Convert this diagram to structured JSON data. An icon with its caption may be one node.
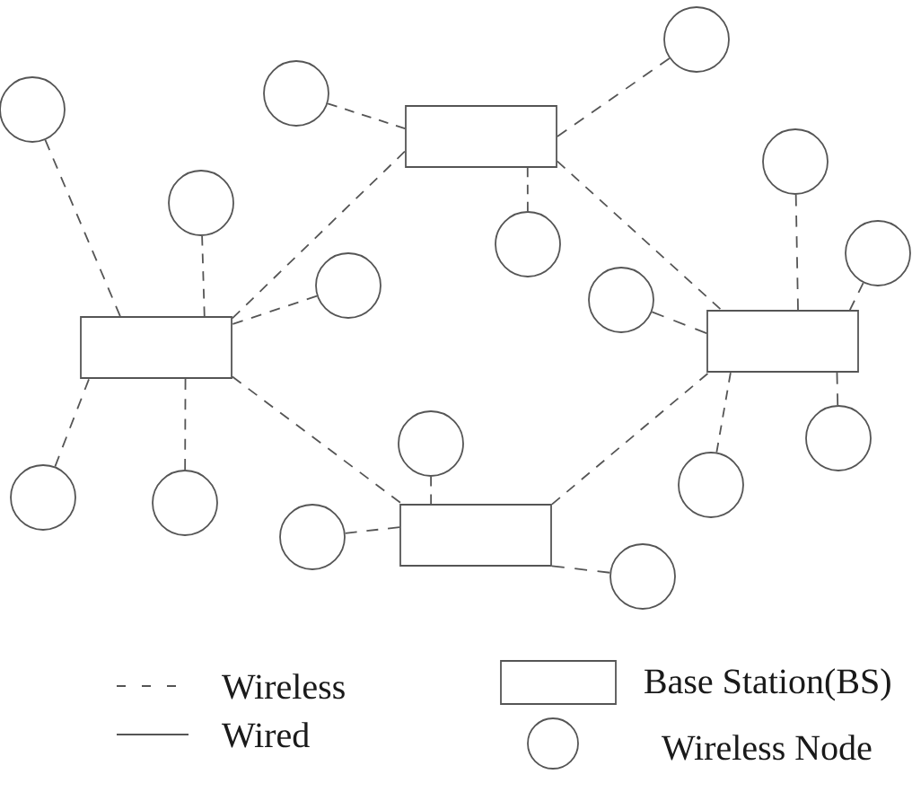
{
  "diagram": {
    "nodes": [
      {
        "text": [],
        "shape": "circle"
      },
      {
        "text": [],
        "shape": "circle"
      },
      {
        "text": [],
        "shape": "box"
      },
      {
        "text": [],
        "shape": "circle"
      },
      {
        "text": [],
        "shape": "circle"
      },
      {
        "text": [],
        "shape": "circle"
      },
      {
        "text": [],
        "shape": "circle"
      },
      {
        "text": [],
        "shape": "circle"
      },
      {
        "text": [],
        "shape": "circle"
      },
      {
        "text": [],
        "shape": "circle"
      },
      {
        "text": [],
        "shape": "box"
      },
      {
        "text": [],
        "shape": "box"
      },
      {
        "text": [],
        "shape": "circle"
      },
      {
        "text": [],
        "shape": "circle"
      },
      {
        "text": [],
        "shape": "circle"
      },
      {
        "text": [],
        "shape": "circle"
      },
      {
        "text": [],
        "shape": "circle"
      },
      {
        "text": [],
        "shape": "box"
      },
      {
        "text": [],
        "shape": "circle"
      },
      {
        "text": [],
        "shape": "circle"
      }
    ],
    "edges": [
      {
        "from": 0,
        "to": 10,
        "arrow": "none",
        "style": "dashed"
      },
      {
        "from": 5,
        "to": 10,
        "arrow": "none",
        "style": "dashed"
      },
      {
        "from": 8,
        "to": 10,
        "arrow": "none",
        "style": "dashed"
      },
      {
        "from": 15,
        "to": 10,
        "arrow": "none",
        "style": "dashed"
      },
      {
        "from": 16,
        "to": 10,
        "arrow": "none",
        "style": "dashed"
      },
      {
        "from": 1,
        "to": 2,
        "arrow": "none",
        "style": "dashed"
      },
      {
        "from": 3,
        "to": 2,
        "arrow": "none",
        "style": "dashed"
      },
      {
        "from": 6,
        "to": 2,
        "arrow": "none",
        "style": "dashed"
      },
      {
        "from": 4,
        "to": 11,
        "arrow": "none",
        "style": "dashed"
      },
      {
        "from": 7,
        "to": 11,
        "arrow": "none",
        "style": "dashed"
      },
      {
        "from": 9,
        "to": 11,
        "arrow": "none",
        "style": "dashed"
      },
      {
        "from": 13,
        "to": 11,
        "arrow": "none",
        "style": "dashed"
      },
      {
        "from": 14,
        "to": 11,
        "arrow": "none",
        "style": "dashed"
      },
      {
        "from": 12,
        "to": 17,
        "arrow": "none",
        "style": "dashed"
      },
      {
        "from": 18,
        "to": 17,
        "arrow": "none",
        "style": "dashed"
      },
      {
        "from": 19,
        "to": 17,
        "arrow": "none",
        "style": "dashed"
      },
      {
        "from": 10,
        "to": 2,
        "arrow": "none",
        "style": "dashed"
      },
      {
        "from": 2,
        "to": 11,
        "arrow": "none",
        "style": "dashed"
      },
      {
        "from": 10,
        "to": 17,
        "arrow": "none",
        "style": "dashed"
      },
      {
        "from": 17,
        "to": 11,
        "arrow": "none",
        "style": "dashed"
      }
    ],
    "legend": [
      {
        "text": "Wireless"
      },
      {
        "text": "Wired"
      },
      {
        "text": "Base Station(BS)"
      },
      {
        "text": "Wireless Node"
      }
    ]
  }
}
